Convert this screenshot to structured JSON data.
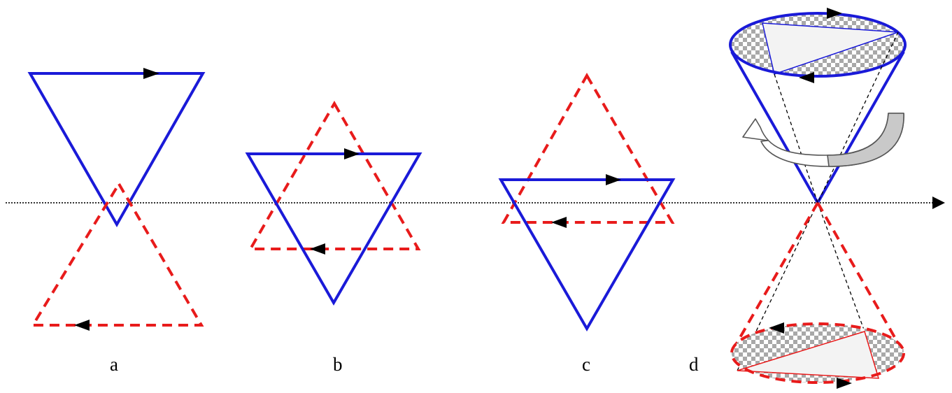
{
  "colors": {
    "solid": "#1a1ad8",
    "dashed": "#e81b1b",
    "axis": "#222222",
    "arrow": "#000000",
    "hatch_dark": "#9a9a9a",
    "hatch_light": "#ffffff"
  },
  "panels": [
    {
      "id": "a",
      "label": "a"
    },
    {
      "id": "b",
      "label": "b"
    },
    {
      "id": "c",
      "label": "c"
    },
    {
      "id": "d",
      "label": "d"
    }
  ],
  "icons": {
    "axis": "horizontal-axis-arrow-icon",
    "rotation": "curved-rotation-arrow-icon",
    "direction": "direction-arrowhead-icon"
  }
}
